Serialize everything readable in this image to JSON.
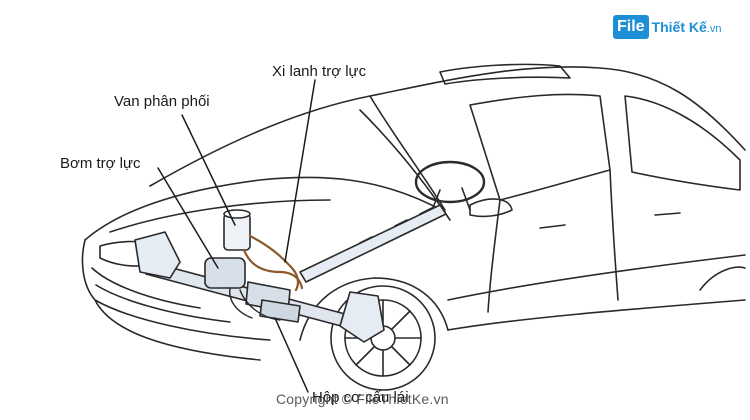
{
  "labels": {
    "distribution_valve": "Van phân phối",
    "power_cylinder": "Xi lanh trợ lực",
    "power_pump": "Bơm trợ lực",
    "steering_gearbox": "Hộp cơ cấu lái"
  },
  "watermark": {
    "logo_box": "File",
    "logo_text": "Thiết Kế",
    "logo_suffix": ".vn",
    "copyright": "Copyright © FileThietKe.vn"
  },
  "colors": {
    "outline": "#2a2a2a",
    "hose": "#8a5a2b",
    "brand": "#1d8fd6"
  }
}
